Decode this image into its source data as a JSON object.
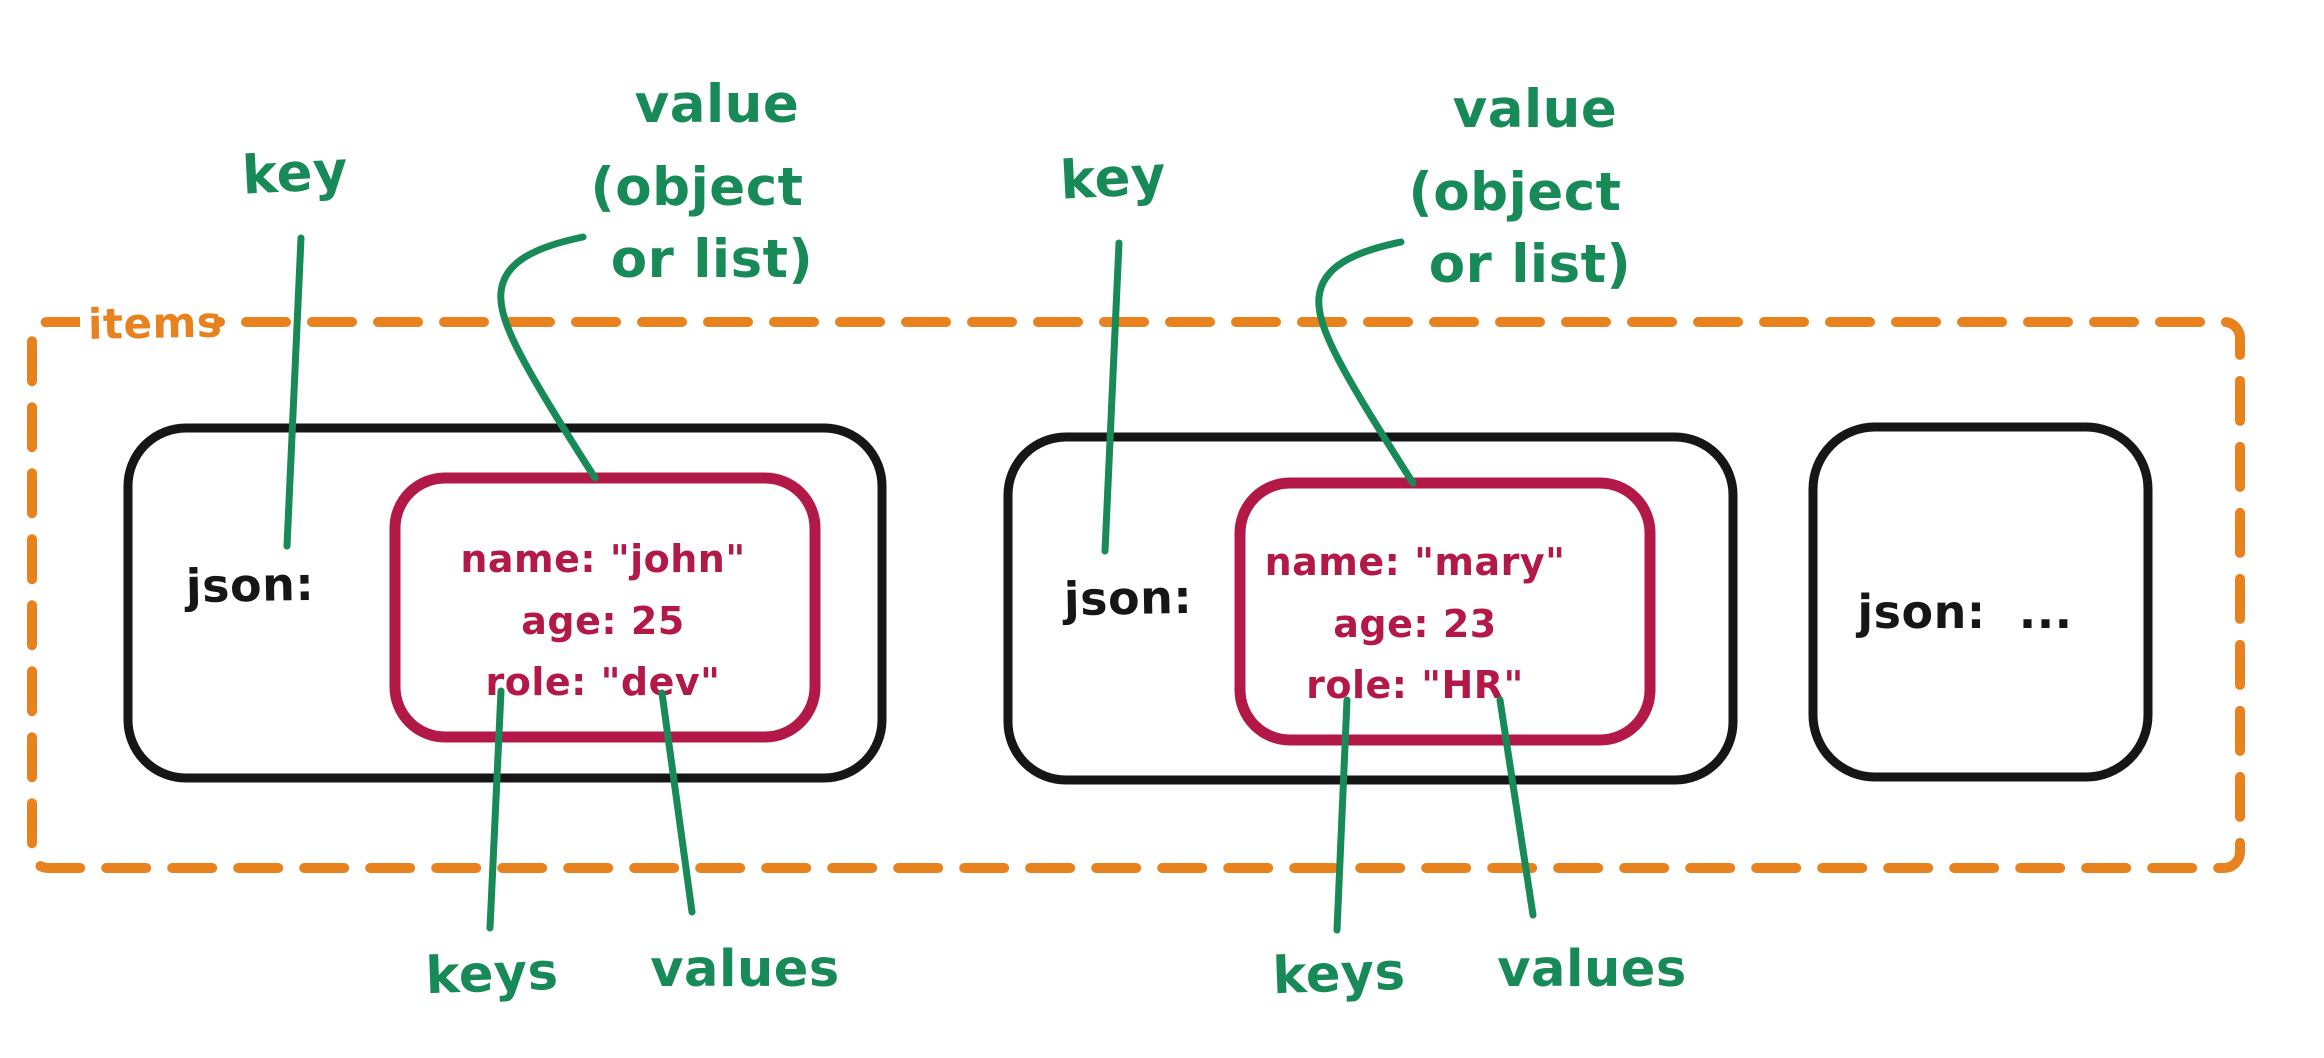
{
  "diagram": {
    "container_label": "items",
    "callouts": {
      "key_label": "key",
      "value_label_line1": "value",
      "value_label_line2": "(object",
      "value_label_line3": "or list)",
      "keys_label": "keys",
      "values_label": "values"
    },
    "cards": [
      {
        "key_label": "json:",
        "value_lines": [
          "name: \"john\"",
          "age: 25",
          "role: \"dev\""
        ]
      },
      {
        "key_label": "json:",
        "value_lines": [
          "name: \"mary\"",
          "age: 23",
          "role: \"HR\""
        ]
      },
      {
        "key_label": "json:  ..."
      }
    ],
    "colors": {
      "green": "#178a57",
      "orange": "#e8821f",
      "crimson": "#b31946",
      "black": "#161616",
      "background": "#ffffff"
    }
  }
}
